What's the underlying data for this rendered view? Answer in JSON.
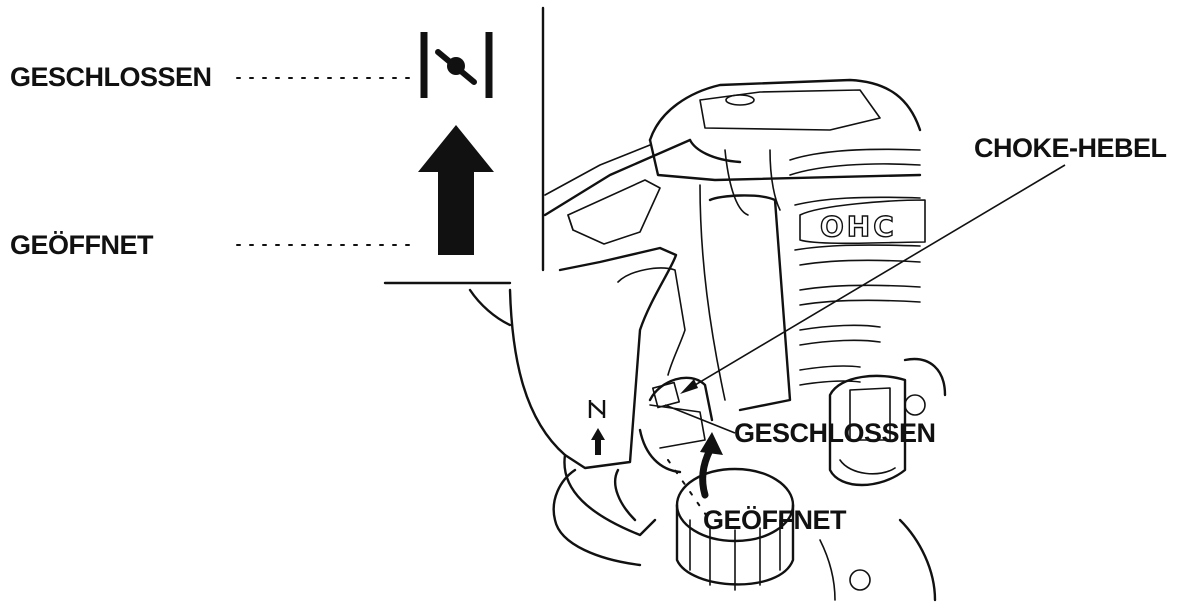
{
  "labels": {
    "closed_top": "GESCHLOSSEN",
    "open_top": "GEÖFFNET",
    "choke_lever": "CHOKE-HEBEL",
    "closed_bottom": "GESCHLOSSEN",
    "open_bottom": "GEÖFFNET",
    "engine_mark": "OHC"
  },
  "colors": {
    "ink": "#111111",
    "background": "#ffffff"
  },
  "icons": {
    "closed_symbol": "choke-closed-icon",
    "open_arrow": "up-arrow-icon"
  }
}
